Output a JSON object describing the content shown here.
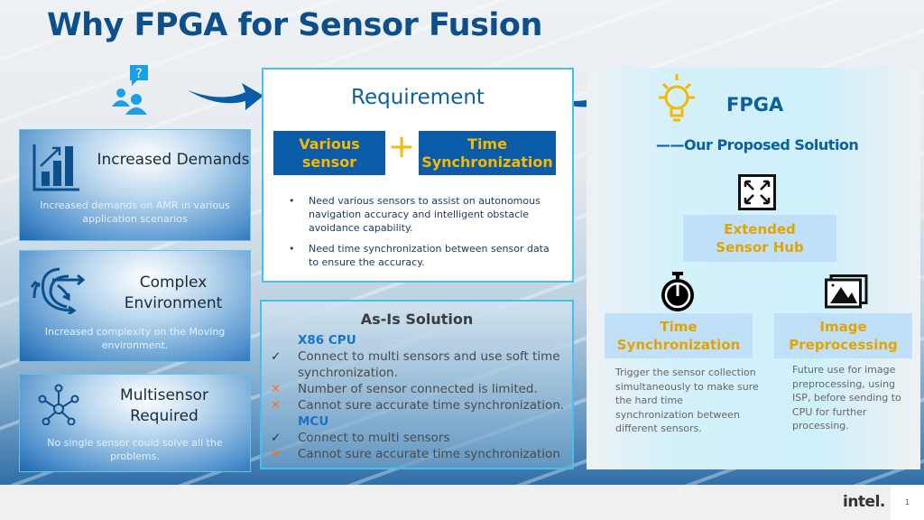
{
  "title": "Why FPGA for Sensor Fusion",
  "cards": [
    {
      "heading": "Increased Demands",
      "text": "Increased demands on AMR in various application scenarios"
    },
    {
      "heading": "Complex Environment",
      "text": "Increased complexity on the Moving environment."
    },
    {
      "heading": "Multisensor Required",
      "text": "No single sensor could solve all the problems."
    }
  ],
  "requirement": {
    "title": "Requirement",
    "box1": "Various sensor",
    "plus": "+",
    "box2": "Time Synchronization",
    "bullets": [
      "Need various sensors to assist on autonomous navigation accuracy and intelligent obstacle avoidance capability.",
      "Need time synchronization  between sensor data to ensure the accuracy."
    ]
  },
  "asis": {
    "title": "As-Is Solution",
    "groups": [
      {
        "name": "X86 CPU",
        "items": [
          {
            "mark": "✓",
            "text": "Connect to multi sensors and use soft time synchronization."
          },
          {
            "mark": "✕",
            "text": "Number of sensor connected is limited."
          },
          {
            "mark": "✕",
            "text": "Cannot sure accurate time synchronization."
          }
        ]
      },
      {
        "name": "MCU",
        "items": [
          {
            "mark": "✓",
            "text": "Connect to multi sensors"
          },
          {
            "mark": "✕",
            "text": "Cannot sure accurate time synchronization"
          }
        ]
      }
    ]
  },
  "fpga": {
    "title": "FPGA",
    "subtitle": "——Our Proposed Solution",
    "hub": "Extended Sensor Hub",
    "time_label": "Time Synchronization",
    "time_desc": "Trigger the sensor collection simultaneously to make sure the hard time synchronization  between different sensors.",
    "image_label": "Image Preprocessing",
    "image_desc": "Future use for image preprocessing, using ISP, before sending to CPU for further processing."
  },
  "footer": {
    "brand": "intel.",
    "page": "1"
  }
}
